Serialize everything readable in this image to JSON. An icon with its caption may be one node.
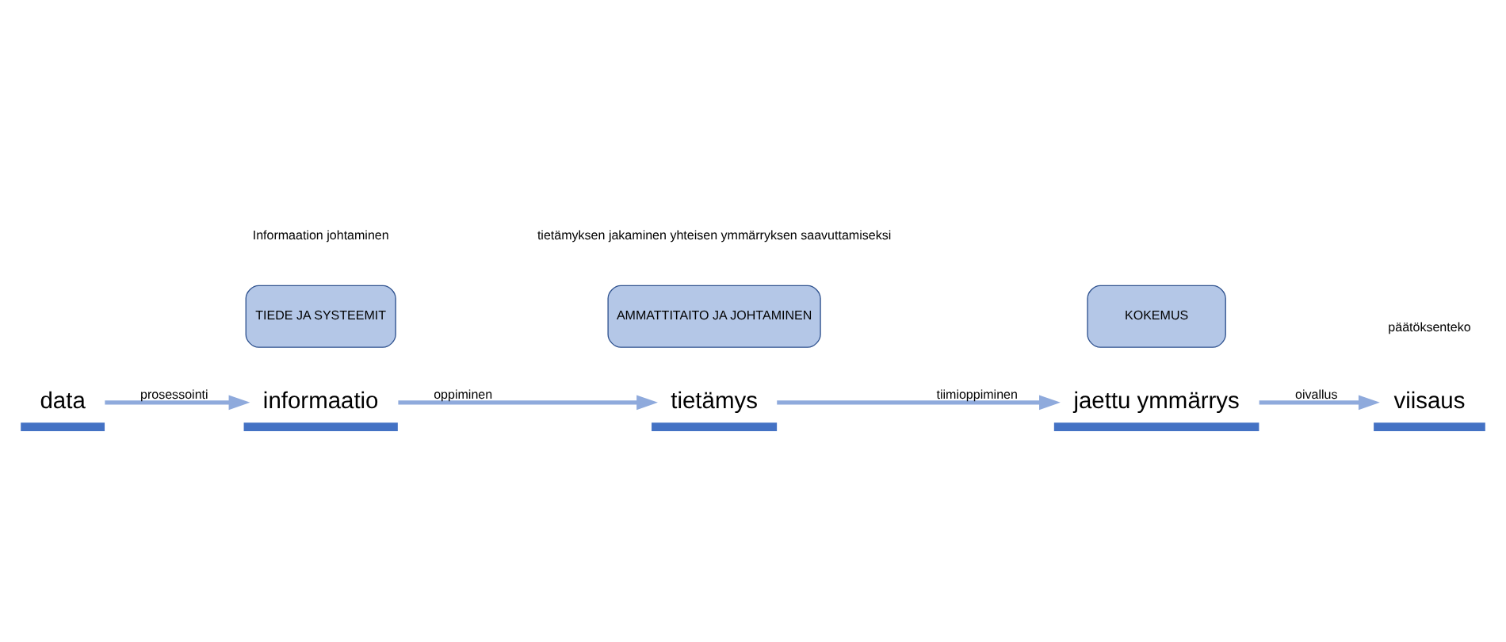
{
  "diagram": {
    "nodes": [
      {
        "text": [
          "data"
        ]
      },
      {
        "text": [
          "informaatio"
        ]
      },
      {
        "text": [
          "tietämys"
        ]
      },
      {
        "text": [
          "jaettu ymmärrys"
        ]
      },
      {
        "text": [
          "viisaus"
        ]
      },
      {
        "text": [
          "TIEDE JA SYSTEEMIT"
        ]
      },
      {
        "text": [
          "AMMATTITAITO JA JOHTAMINEN"
        ]
      },
      {
        "text": [
          "KOKEMUS"
        ]
      }
    ],
    "edges": [
      {
        "from": 0,
        "to": 1,
        "arrow": "to",
        "label": "prosessointi"
      },
      {
        "from": 1,
        "to": 2,
        "arrow": "to",
        "label": "oppiminen"
      },
      {
        "from": 2,
        "to": 3,
        "arrow": "to",
        "label": "tiimioppiminen"
      },
      {
        "from": 3,
        "to": 4,
        "arrow": "to",
        "label": "oivallus"
      }
    ],
    "labels": [
      "päätöksenteko",
      "tietämyksen jakaminen yhteisen ymmärryksen saavuttamiseksi",
      "Informaation johtaminen"
    ]
  }
}
